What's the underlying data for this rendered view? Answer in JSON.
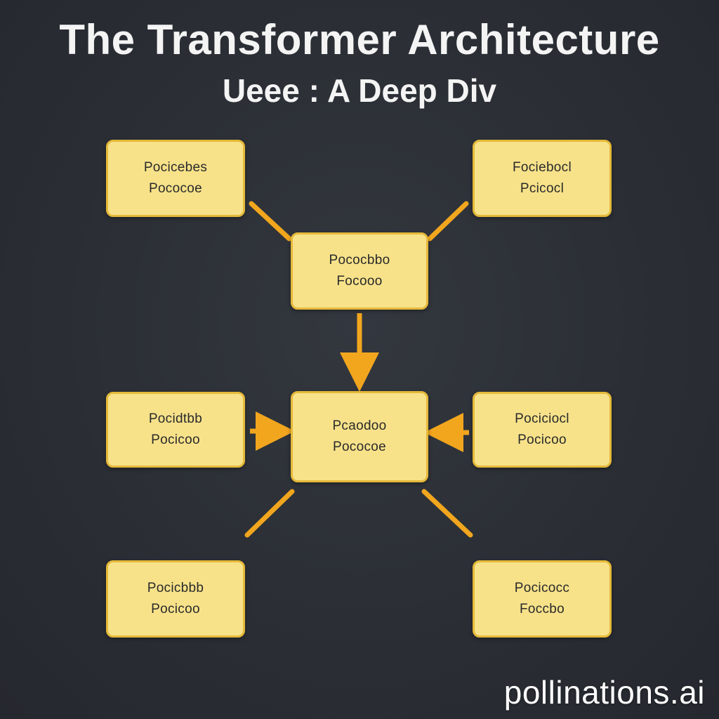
{
  "diagram": {
    "title": "The Transformer Architecture",
    "subtitle": "Ueee  : A Deep Div",
    "arrow_color": "#f2a61e",
    "box_fill": "#f7e28a",
    "box_border": "#e5b93a",
    "boxes": [
      {
        "id": "top-left",
        "line1": "Pocicebes",
        "line2": "Pococoe"
      },
      {
        "id": "top-right",
        "line1": "Fociebocl",
        "line2": "Pcicocl"
      },
      {
        "id": "upper-center",
        "line1": "Pococbbo",
        "line2": "Focooo"
      },
      {
        "id": "middle-left",
        "line1": "Pocidtbb",
        "line2": "Pocicoo"
      },
      {
        "id": "center",
        "line1": "Pcaodoo",
        "line2": "Pococoe"
      },
      {
        "id": "middle-right",
        "line1": "Pociciocl",
        "line2": "Pocicoo"
      },
      {
        "id": "bottom-left",
        "line1": "Pocicbbb",
        "line2": "Pocicoo"
      },
      {
        "id": "bottom-right",
        "line1": "Pocicocc",
        "line2": "Foccbo"
      }
    ]
  },
  "watermark": "pollinations.ai"
}
